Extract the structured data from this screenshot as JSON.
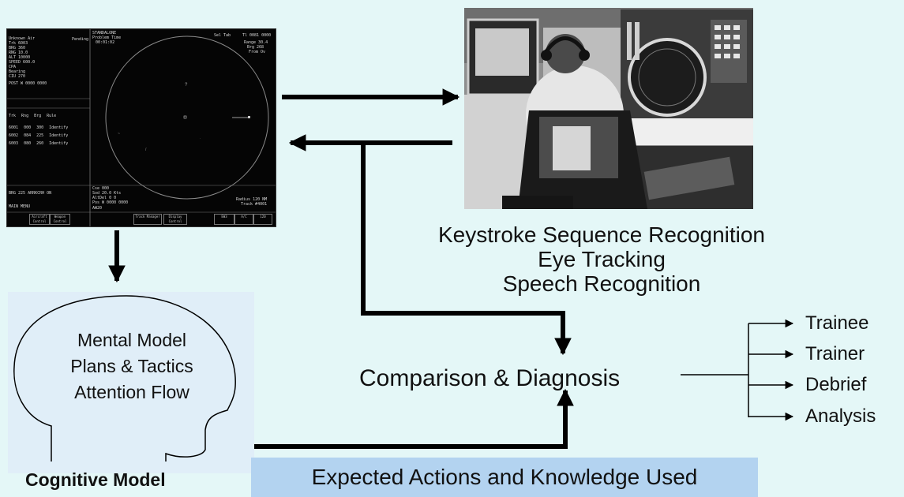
{
  "radar_screen": {
    "header_left": "STANDALONE",
    "header_sub": "Problem Time",
    "clock": "00:01:02",
    "header_mid": "Sel Tab",
    "header_right": "Tl 0081 0000",
    "pending": "Pending",
    "track_block": [
      "Unknown Air",
      "Trk 6003",
      "BRG 360",
      "RNG 10.0",
      "ALT 10000",
      "SPEED 600.0",
      "CPA",
      "Bearing",
      "CIU 270"
    ],
    "post_line": "POST  W 0000 0000",
    "range_block": [
      "Range 30.4",
      "Brg 268",
      "From Ov"
    ],
    "table_headers": [
      "Trk",
      "Rng",
      "Brg",
      "Rule"
    ],
    "table_rows": [
      [
        "6001",
        "000",
        "300",
        "Identify"
      ],
      [
        "6002",
        "084",
        "225",
        "Identify"
      ],
      [
        "6003",
        "080",
        "260",
        "Identify"
      ]
    ],
    "status_line": "BRG 225 ARRKCRH ON",
    "main_menu": "MAIN MENU",
    "bottom_left": [
      "Cse 000",
      "Sod 20.0  Kts",
      "AltDel  0  0",
      "Pos  W 0000 0000"
    ],
    "bottom_right": [
      "Radius 120 NM",
      "Track #4001"
    ],
    "menu_buttons": [
      "Aircraft Control",
      "Weapon Control",
      "Track Manager",
      "Display Control",
      "EW3",
      "A/C",
      "120"
    ],
    "notes": [
      "AW20"
    ]
  },
  "sensors": [
    "Keystroke Sequence Recognition",
    "Eye Tracking",
    "Speech Recognition"
  ],
  "diagnosis": "Comparison & Diagnosis",
  "head_lines": [
    "Mental Model",
    "Plans & Tactics",
    "Attention Flow"
  ],
  "cognitive_model": "Cognitive Model",
  "expected": "Expected Actions and Knowledge Used",
  "outputs": [
    "Trainee",
    "Trainer",
    "Debrief",
    "Analysis"
  ],
  "colors": {
    "background": "#e4f7f7",
    "expected_band": "#b3d3f0",
    "ink": "#000000"
  }
}
